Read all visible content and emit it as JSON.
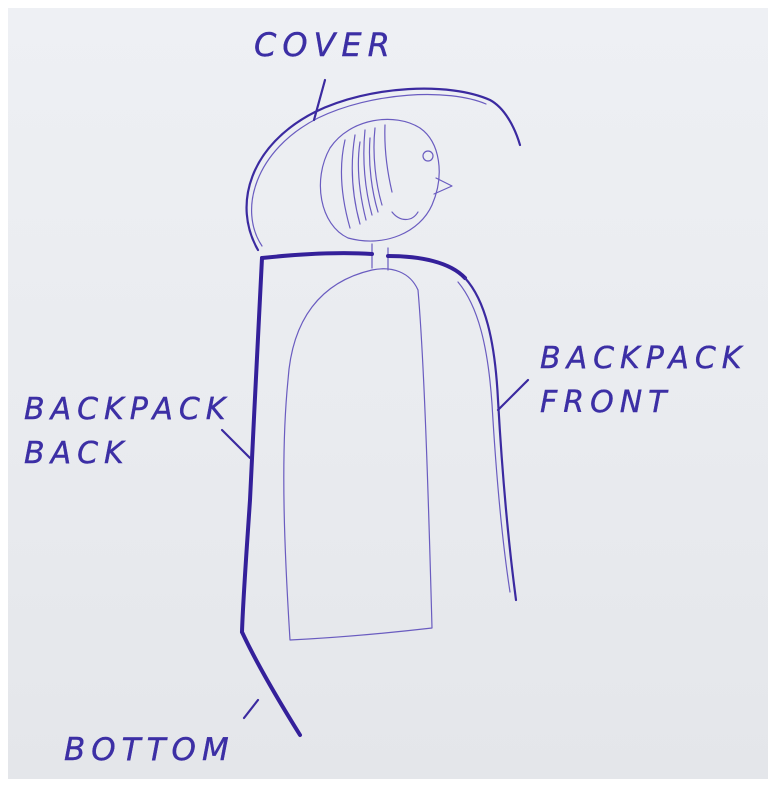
{
  "labels": {
    "cover": "COVER",
    "backpack_back": "BACKPACK\nBACK",
    "backpack_front": "BACKPACK\nFRONT",
    "bottom": "BOTTOM"
  },
  "colors": {
    "ink": "#3b2aa0",
    "paper": "#eceef2"
  }
}
